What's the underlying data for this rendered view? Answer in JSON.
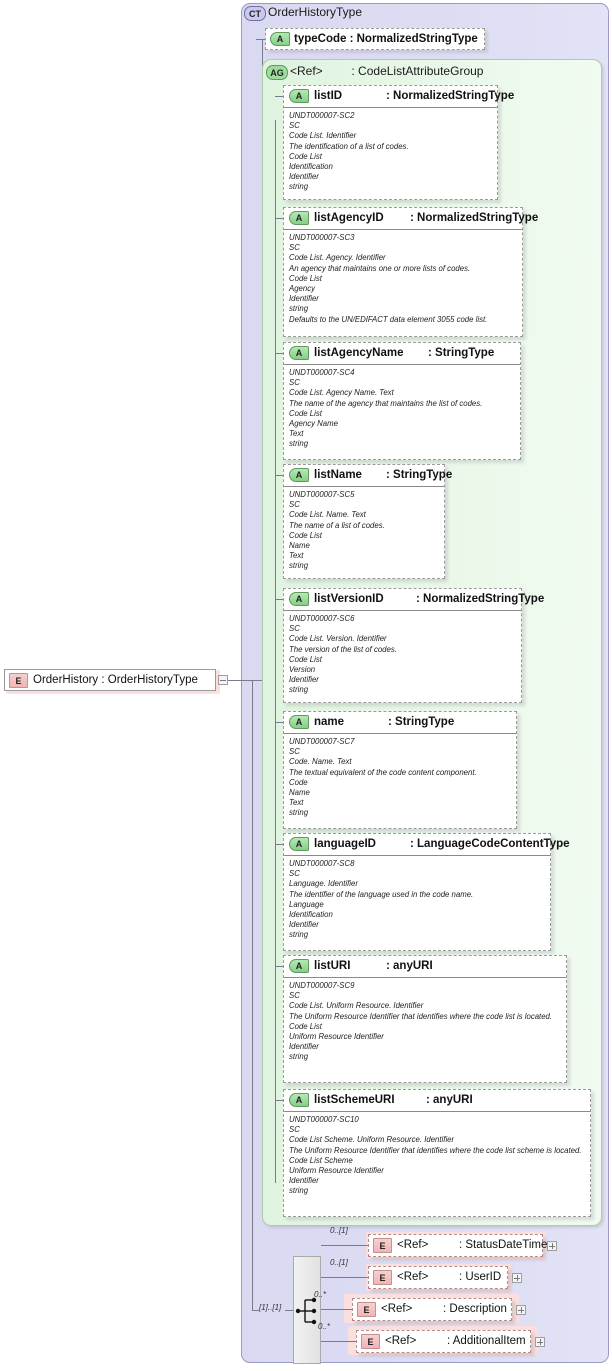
{
  "diagram": {
    "kind": "xsd-schema-diagram",
    "root_element": {
      "badge": "E",
      "label": "OrderHistory : OrderHistoryType",
      "toggle": "minus-toggle"
    },
    "complex_type": {
      "badge": "CT",
      "title": "OrderHistoryType"
    },
    "attribute_group": {
      "badge": "AG",
      "ref_label": "<Ref>",
      "type_label": ": CodeListAttributeGroup"
    },
    "simple_attribute": {
      "badge": "A",
      "label": "typeCode : NormalizedStringType"
    },
    "attributes": [
      {
        "badge": "A",
        "name": "listID",
        "type": ": NormalizedStringType",
        "lines": [
          "UNDT000007-SC2",
          "SC",
          "Code List. Identifier",
          "The identification of a list of codes.",
          "Code List",
          "Identification",
          "Identifier",
          "string"
        ]
      },
      {
        "badge": "A",
        "name": "listAgencyID",
        "type": ": NormalizedStringType",
        "lines": [
          "UNDT000007-SC3",
          "SC",
          "Code List. Agency. Identifier",
          "An agency that maintains one or more lists of codes.",
          "Code List",
          "Agency",
          "Identifier",
          "string",
          "Defaults to the UN/EDIFACT data element 3055 code list."
        ]
      },
      {
        "badge": "A",
        "name": "listAgencyName",
        "type": ": StringType",
        "lines": [
          "UNDT000007-SC4",
          "SC",
          "Code List. Agency Name. Text",
          "The name of the agency that maintains the list of codes.",
          "Code List",
          "Agency Name",
          "Text",
          "string"
        ]
      },
      {
        "badge": "A",
        "name": "listName",
        "type": ": StringType",
        "lines": [
          "UNDT000007-SC5",
          "SC",
          "Code List. Name. Text",
          "The name of a list of codes.",
          "Code List",
          "Name",
          "Text",
          "string"
        ]
      },
      {
        "badge": "A",
        "name": "listVersionID",
        "type": ": NormalizedStringType",
        "lines": [
          "UNDT000007-SC6",
          "SC",
          "Code List. Version. Identifier",
          "The version of the list of codes.",
          "Code List",
          "Version",
          "Identifier",
          "string"
        ]
      },
      {
        "badge": "A",
        "name": "name",
        "type": ": StringType",
        "lines": [
          "UNDT000007-SC7",
          "SC",
          "Code. Name. Text",
          "The textual equivalent of the code content component.",
          "Code",
          "Name",
          "Text",
          "string"
        ]
      },
      {
        "badge": "A",
        "name": "languageID",
        "type": ": LanguageCodeContentType",
        "lines": [
          "UNDT000007-SC8",
          "SC",
          "Language. Identifier",
          "The identifier of the language used in the code name.",
          "Language",
          "Identification",
          "Identifier",
          "string"
        ]
      },
      {
        "badge": "A",
        "name": "listURI",
        "type": ": anyURI",
        "lines": [
          "UNDT000007-SC9",
          "SC",
          "Code List. Uniform Resource. Identifier",
          "The Uniform Resource Identifier that identifies where the code list is located.",
          "Code List",
          "Uniform Resource Identifier",
          "Identifier",
          "string"
        ]
      },
      {
        "badge": "A",
        "name": "listSchemeURI",
        "type": ": anyURI",
        "lines": [
          "UNDT000007-SC10",
          "SC",
          "Code List Scheme. Uniform Resource. Identifier",
          "The Uniform Resource Identifier that identifies where the code list scheme is located.",
          "Code List Scheme",
          "Uniform Resource Identifier",
          "Identifier",
          "string"
        ]
      }
    ],
    "sequence": {
      "icon": "sequence-compositor-icon",
      "multiplicity": "[1]..[1]"
    },
    "child_elements": [
      {
        "badge": "E",
        "ref": "<Ref>",
        "type": ": StatusDateTime",
        "multiplicity": "0..[1]",
        "toggle": "plus-toggle"
      },
      {
        "badge": "E",
        "ref": "<Ref>",
        "type": ": UserID",
        "multiplicity": "0..[1]",
        "toggle": "plus-toggle"
      },
      {
        "badge": "E",
        "ref": "<Ref>",
        "type": ": Description",
        "multiplicity": "0..*",
        "toggle": "plus-toggle"
      },
      {
        "badge": "E",
        "ref": "<Ref>",
        "type": ": AdditionalItem",
        "multiplicity": "0..*",
        "toggle": "plus-toggle"
      }
    ],
    "colors": {
      "complex_type_bg": "#dcdcf3",
      "attribute_group_bg": "#e8f8e8",
      "element_accent": "#fbdede",
      "attribute_accent": "#9ddc9d",
      "connector": "#7a7a8c"
    }
  }
}
